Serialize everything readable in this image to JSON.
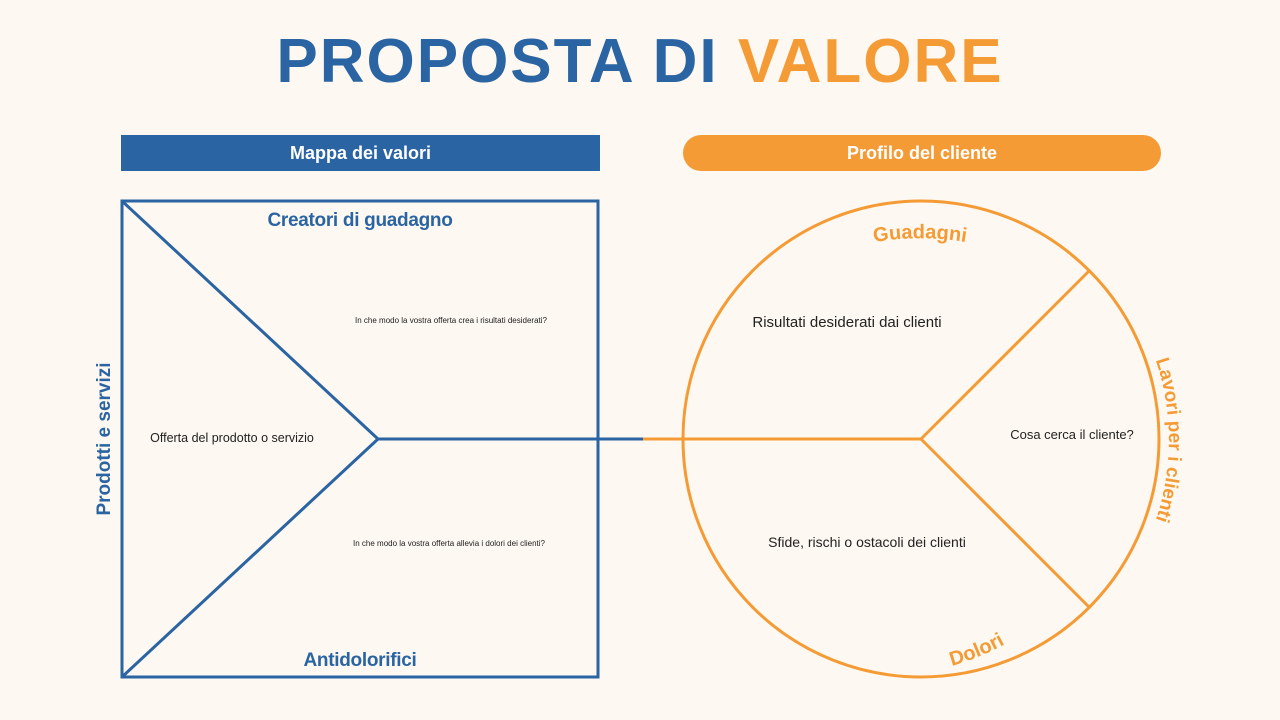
{
  "title": {
    "part1": "PROPOSTA DI",
    "part2": "VALORE"
  },
  "colors": {
    "blue": "#2a64a3",
    "orange": "#f59b35",
    "background": "#fdf8f1"
  },
  "value_map": {
    "banner": "Mappa dei valori",
    "gain_creators": "Creatori di guadagno",
    "gain_creators_question": "In che modo la vostra offerta crea i risultati desiderati?",
    "products_services": "Prodotti e servizi",
    "product_offer": "Offerta del prodotto o servizio",
    "pain_relievers": "Antidolorifici",
    "pain_relievers_question": "In che modo la vostra offerta allevia i dolori dei clienti?"
  },
  "customer_profile": {
    "banner": "Profilo del cliente",
    "gains": "Guadagni",
    "gains_desc": "Risultati desiderati dai clienti",
    "jobs": "Lavori per i clienti",
    "jobs_desc": "Cosa cerca il cliente?",
    "pains": "Dolori",
    "pains_desc": "Sfide, rischi o ostacoli dei clienti"
  }
}
